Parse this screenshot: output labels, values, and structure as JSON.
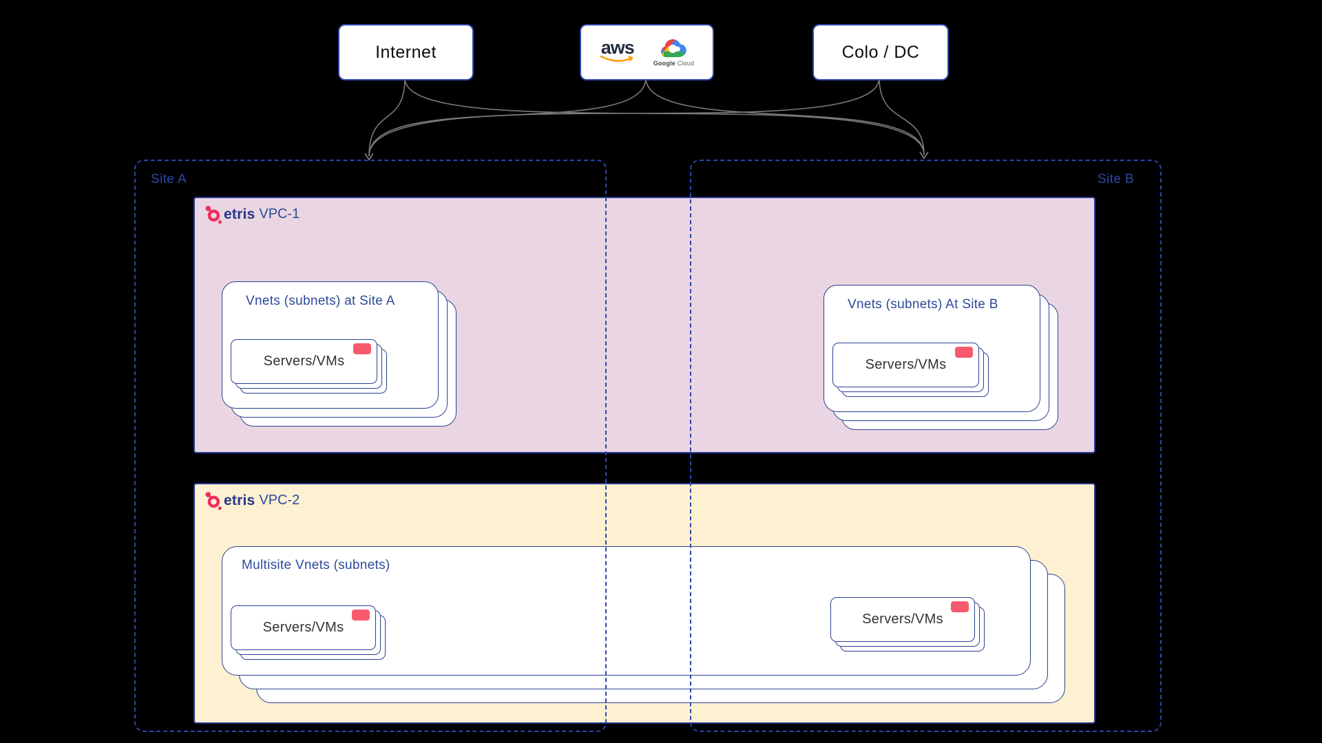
{
  "diagram": {
    "nodes": {
      "internet": "Internet",
      "colo": "Colo / DC",
      "aws": "aws",
      "google_cloud_brand": "Google",
      "google_cloud_word": "Cloud"
    },
    "sites": {
      "site_a": "Site A",
      "site_b": "Site B"
    },
    "vpc1": {
      "brand": "etris",
      "name": "VPC-1",
      "vnets_site_a": {
        "title": "Vnets (subnets) at Site A",
        "servers": "Servers/VMs"
      },
      "vnets_site_b": {
        "title": "Vnets (subnets) At Site B",
        "servers": "Servers/VMs"
      }
    },
    "vpc2": {
      "brand": "etris",
      "name": "VPC-2",
      "multisite": {
        "title": "Multisite Vnets (subnets)",
        "servers_left": "Servers/VMs",
        "servers_right": "Servers/VMs"
      }
    },
    "colors": {
      "background": "#000000",
      "vpc1_fill": "#ead6e2",
      "vpc2_fill": "#fdf1d2",
      "card_border": "#2b3f8f",
      "site_dashed_border": "#2a46ad",
      "badge": "#f75a6e",
      "connection_line": "#7a7a7a",
      "title_text": "#2b4a9b",
      "brand_text": "#26358c",
      "brand_icon": "#ef2e5e",
      "aws_orange": "#ff9900"
    }
  }
}
